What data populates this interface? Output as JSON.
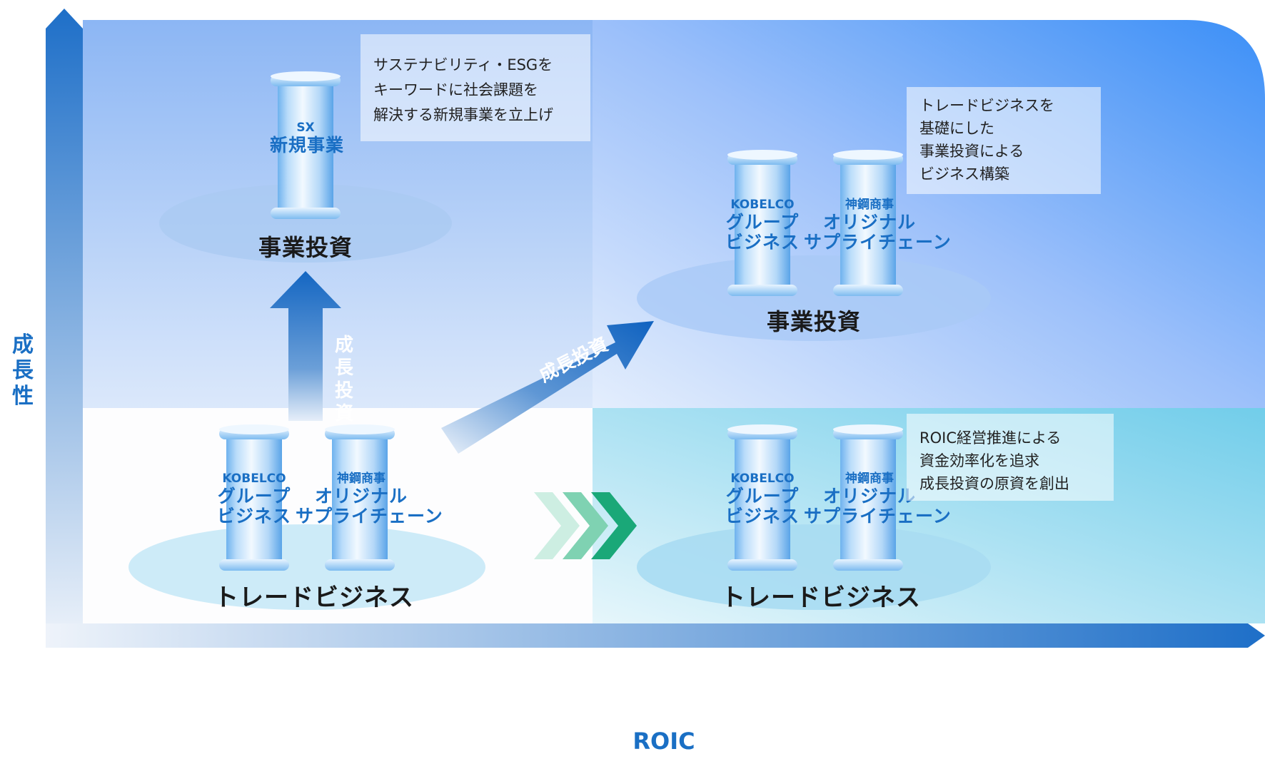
{
  "axes": {
    "y_label_chars": [
      "成",
      "長",
      "性"
    ],
    "x_label": "ROIC"
  },
  "quadrants": {
    "top_left": {
      "pillar": {
        "small": "SX",
        "big": "新規事業"
      },
      "base_label": "事業投資",
      "note": [
        "サステナビリティ・ESGを",
        "キーワードに社会課題を",
        "解決する新規事業を立上げ"
      ]
    },
    "top_right": {
      "pillars": [
        {
          "small": "KOBELCO",
          "big1": "グループ",
          "big2": "ビジネス"
        },
        {
          "small": "神鋼商事",
          "big1": "オリジナル",
          "big2": "サプライチェーン"
        }
      ],
      "base_label": "事業投資",
      "note": [
        "トレードビジネスを",
        "基礎にした",
        "事業投資による",
        "ビジネス構築"
      ]
    },
    "bottom_left": {
      "pillars": [
        {
          "small": "KOBELCO",
          "big1": "グループ",
          "big2": "ビジネス"
        },
        {
          "small": "神鋼商事",
          "big1": "オリジナル",
          "big2": "サプライチェーン"
        }
      ],
      "base_label": "トレードビジネス"
    },
    "bottom_right": {
      "pillars": [
        {
          "small": "KOBELCO",
          "big1": "グループ",
          "big2": "ビジネス"
        },
        {
          "small": "神鋼商事",
          "big1": "オリジナル",
          "big2": "サプライチェーン"
        }
      ],
      "base_label": "トレードビジネス",
      "note": [
        "ROIC経営推進による",
        "資金効率化を追求",
        "成長投資の原資を創出"
      ]
    }
  },
  "arrows": {
    "vertical_chars": [
      "成",
      "長",
      "投",
      "資"
    ],
    "diagonal_text": "成長投資"
  },
  "colors": {
    "accent_blue": "#1a6fc4",
    "axis_blue": "#1e6fc8",
    "green_chevron": "#1aa878"
  }
}
